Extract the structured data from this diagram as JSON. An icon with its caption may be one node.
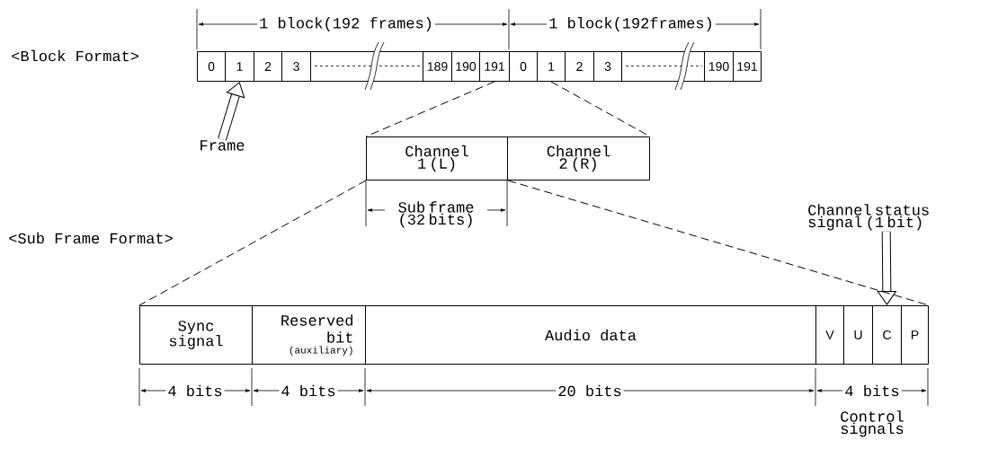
{
  "diagram": {
    "nodes": [
      {
        "text": [
          "0"
        ]
      },
      {
        "text": [
          "1"
        ]
      },
      {
        "text": [
          "2"
        ]
      },
      {
        "text": [
          "3"
        ]
      },
      {
        "text": [],
        "shape": "box"
      },
      {
        "text": [
          "189"
        ]
      },
      {
        "text": [
          "190"
        ]
      },
      {
        "text": [
          "191"
        ]
      },
      {
        "text": [
          "0"
        ]
      },
      {
        "text": [
          "1"
        ]
      },
      {
        "text": [
          "2"
        ]
      },
      {
        "text": [
          "3"
        ]
      },
      {
        "text": [],
        "shape": "box"
      },
      {
        "text": [
          "190"
        ]
      },
      {
        "text": [
          "191"
        ]
      },
      {
        "text": [
          "Channel 1 (L)"
        ]
      },
      {
        "text": [
          "Channel 2 (R)"
        ]
      },
      {
        "text": [
          "Sync signal"
        ]
      },
      {
        "text": [
          "Reserved bit",
          "(auxiliary)"
        ]
      },
      {
        "text": [
          "Audio data"
        ]
      },
      {
        "text": [
          "V"
        ]
      },
      {
        "text": [
          "U"
        ]
      },
      {
        "text": [
          "C"
        ]
      },
      {
        "text": [
          "P"
        ]
      },
      {
        "text": [
          "Frame"
        ]
      },
      {
        "text": [
          "Channel status signal (1 bit)"
        ]
      }
    ],
    "edges": [
      {
        "from": 24,
        "to": 1,
        "arrow": "to",
        "style": "thick"
      },
      {
        "from": 25,
        "to": 22,
        "arrow": "to",
        "style": "thick"
      },
      {
        "from": 7,
        "to": 15,
        "arrow": "none",
        "style": "dashed"
      },
      {
        "from": 9,
        "to": 16,
        "arrow": "none",
        "style": "dashed"
      },
      {
        "from": 15,
        "to": 17,
        "arrow": "none",
        "style": "dashed"
      },
      {
        "from": 15,
        "to": 23,
        "arrow": "none",
        "style": "dashed"
      }
    ],
    "labels": [
      "<Block Format>",
      "1 block(192 frames)",
      "1 block(192frames)",
      "Sub frame (32 bits)",
      "<Sub Frame Format>",
      "4 bits",
      "4 bits",
      "20 bits",
      "4 bits",
      "Control signals"
    ]
  }
}
